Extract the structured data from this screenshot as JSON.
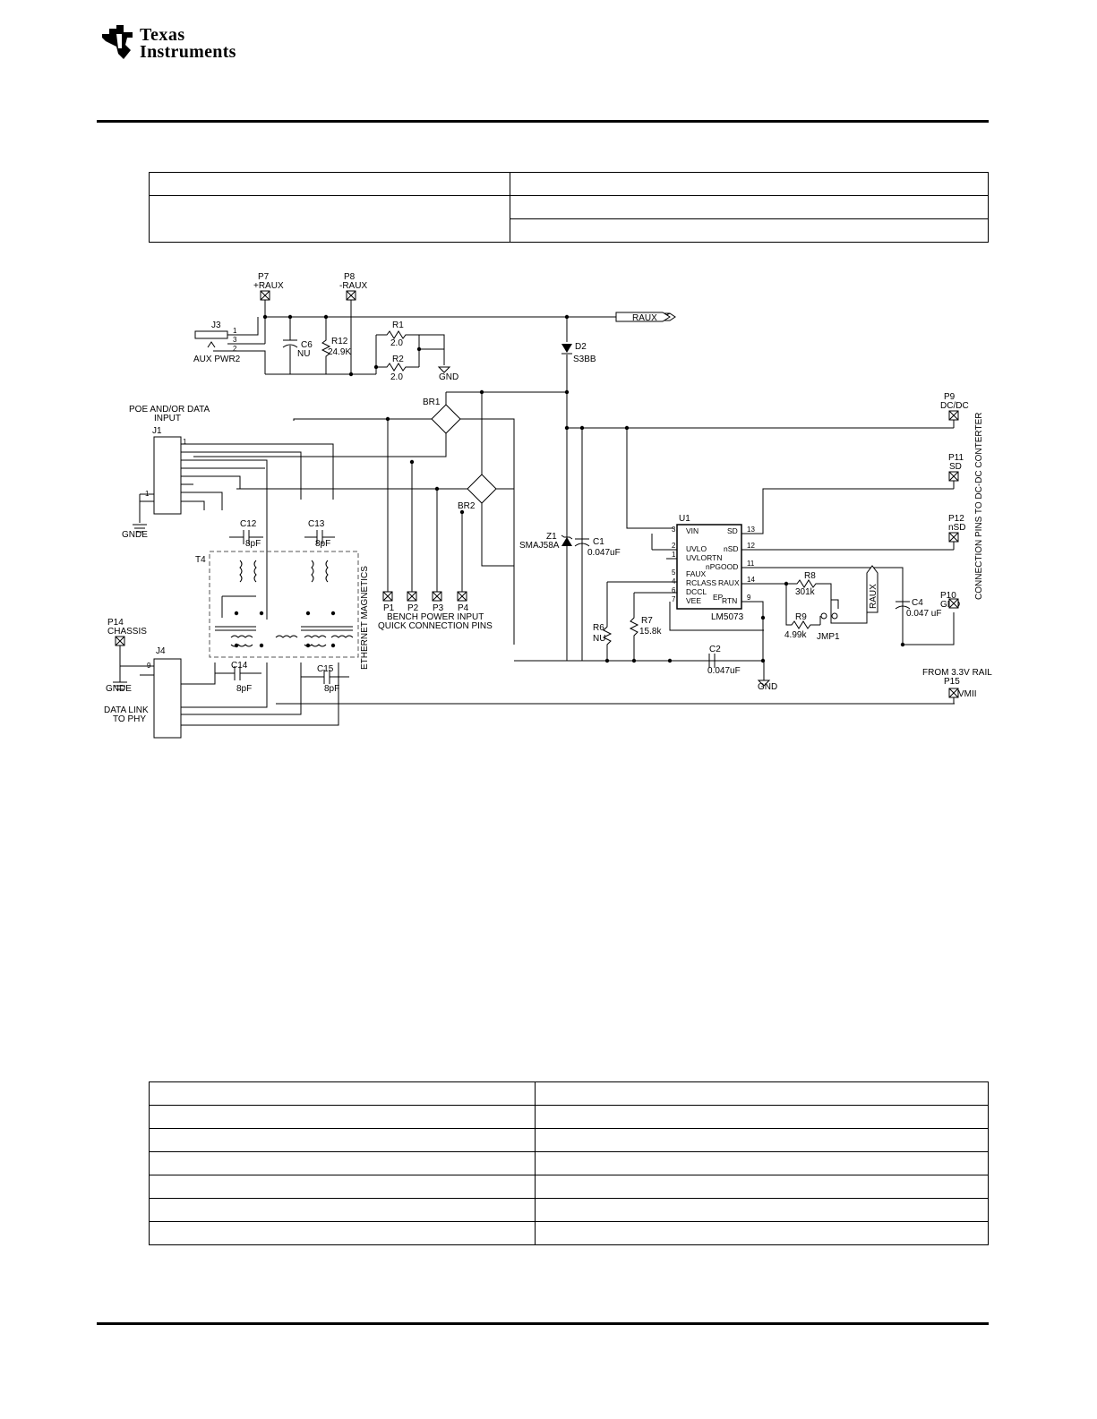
{
  "header": {
    "logo_line1": "Texas",
    "logo_line2": "Instruments"
  },
  "table_top": {
    "rows": 3
  },
  "schematic": {
    "labels": {
      "p7": "P7",
      "p7_net": "+RAUX",
      "p8": "P8",
      "p8_net": "-RAUX",
      "j3": "J3",
      "j3_pin1": "1",
      "j3_pin3": "3",
      "j3_pin2": "2",
      "aux_pwr": "AUX PWR2",
      "c6": "C6",
      "c6_val": "NU",
      "r12": "R12",
      "r12_val": "24.9K",
      "r1": "R1",
      "r1_val": "2.0",
      "r2": "R2",
      "r2_val": "2.0",
      "gnd_top": "GND",
      "raux_flag": "RAUX",
      "d2": "D2",
      "d2_val": "S3BB",
      "poe_line1": "POE AND/OR DATA",
      "poe_line2": "INPUT",
      "j1": "J1",
      "br1": "BR1",
      "br2": "BR2",
      "gnde1": "GNDE",
      "c12": "C12",
      "c12_val": "8pF",
      "c13": "C13",
      "c13_val": "8pF",
      "t4": "T4",
      "eth_mag": "ETHERNET MAGNETICS",
      "p1": "P1",
      "p2": "P2",
      "p3": "P3",
      "p4": "P4",
      "bench_line1": "BENCH POWER INPUT",
      "bench_line2": "QUICK CONNECTION PINS",
      "p14": "P14",
      "p14_net": "CHASSIS",
      "gnde2": "GNDE",
      "j4": "J4",
      "c14": "C14",
      "c14_val": "8pF",
      "c15": "C15",
      "c15_val": "8pF",
      "datalink_line1": "DATA LINK",
      "datalink_line2": "TO PHY",
      "z1": "Z1",
      "z1_val": "SMAJ58A",
      "c1": "C1",
      "c1_val": "0.047uF",
      "u1": "U1",
      "u1_part": "LM5073",
      "u1_vin": "VIN",
      "u1_uvlo": "UVLO",
      "u1_uvlortn": "UVLORTN",
      "u1_faux": "FAUX",
      "u1_rclass": "RCLASS",
      "u1_dccl": "DCCL",
      "u1_vee": "VEE",
      "u1_ep": "EP",
      "u1_sd": "SD",
      "u1_nsd": "nSD",
      "u1_npgood": "nPGOOD",
      "u1_raux": "RAUX",
      "u1_rtn": "RTN",
      "pin3": "3",
      "pin2": "2",
      "pin1": "1",
      "pin5": "5",
      "pin4": "4",
      "pin6": "6",
      "pin7": "7",
      "pin13": "13",
      "pin12": "12",
      "pin11": "11",
      "pin14": "14",
      "pin9": "9",
      "r6": "R6",
      "r6_val": "NU",
      "r7": "R7",
      "r7_val": "15.8k",
      "r8": "R8",
      "r8_val": "301k",
      "r9": "R9",
      "r9_val": "4.99k",
      "jmp1": "JMP1",
      "raux_flag2": "RAUX",
      "c2": "C2",
      "c2_val": "0.047uF",
      "gnd_bottom": "GND",
      "c4": "C4",
      "c4_val": "0.047 uF",
      "p9": "P9",
      "p9_net": "DC/DC",
      "p11": "P11",
      "p11_net": "SD",
      "p12": "P12",
      "p12_net": "nSD",
      "p10": "P10",
      "p10_net": "GND",
      "rail": "FROM 3.3V RAIL",
      "p15": "P15",
      "p15_net": "VMII",
      "conn_pins": "CONNECTION PINS TO DC-DC CONTERTER"
    }
  },
  "table_bottom": {
    "rows": 7
  }
}
